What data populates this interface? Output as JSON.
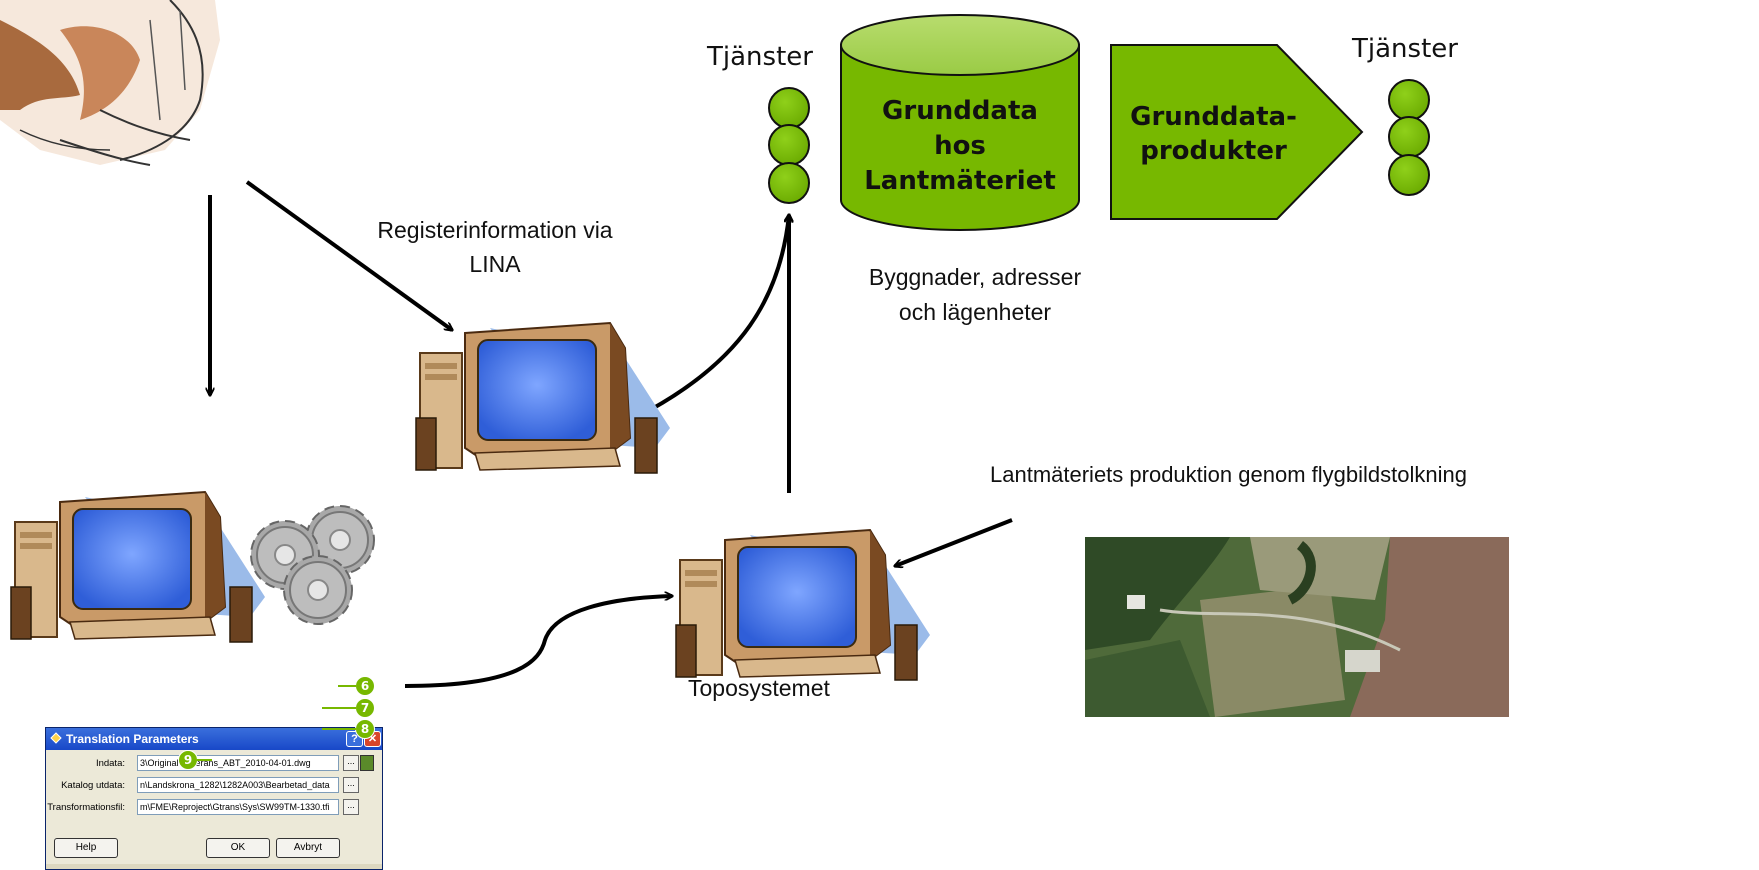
{
  "labels": {
    "services_left": "Tjänster",
    "services_right": "Tjänster",
    "register_info_line1": "Registerinformation via",
    "register_info_line2": "LINA",
    "buildings_line1": "Byggnader, adresser",
    "buildings_line2": "och lägenheter",
    "production": "Lantmäteriets produktion genom flygbildstolkning",
    "toposystem": "Toposystemet"
  },
  "database": {
    "line1": "Grunddata",
    "line2": "hos",
    "line3": "Lantmäteriet"
  },
  "products": {
    "line1": "Grunddata-",
    "line2": "produkter"
  },
  "dialog": {
    "title": "Translation Parameters",
    "help_button": "?",
    "close_button": "✕",
    "rows": [
      {
        "label": "Indata:",
        "value": "3\\Original\\Leverans_ABT_2010-04-01.dwg",
        "badge": "6"
      },
      {
        "label": "Katalog utdata:",
        "value": "n\\Landskrona_1282\\1282A003\\Bearbetad_data",
        "badge": "7"
      },
      {
        "label": "Transformationsfil:",
        "value": "m\\FME\\Reproject\\Gtrans\\Sys\\SW99TM-1330.tfi",
        "badge": "8"
      }
    ],
    "browse_label": "...",
    "buttons": {
      "help": "Help",
      "ok": "OK",
      "cancel": "Avbryt",
      "ok_badge": "9"
    }
  },
  "colors": {
    "green": "#77b800",
    "green_light": "#a8d05a",
    "screen_blue": "#4f7fe8",
    "monitor_beige": "#d7b48a",
    "shadow_blue": "#8fb3e8"
  }
}
